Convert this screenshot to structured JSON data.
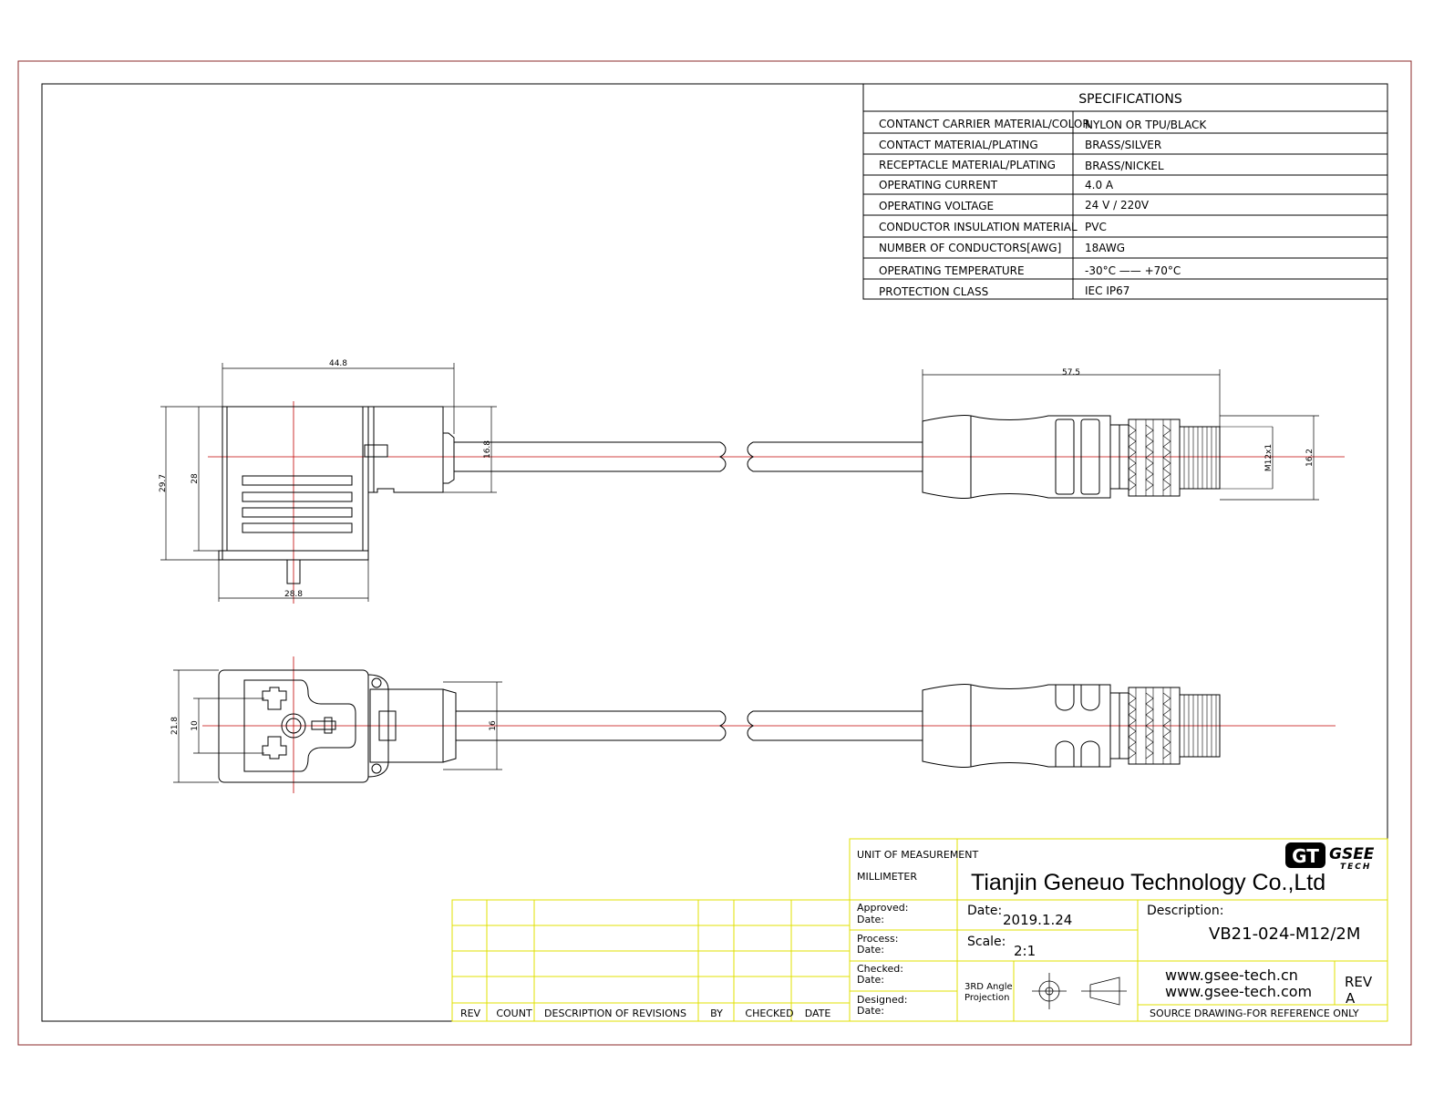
{
  "specifications": {
    "title": "SPECIFICATIONS",
    "rows": [
      {
        "label": "CONTANCT CARRIER MATERIAL/COLOR",
        "value": "NYLON OR TPU/BLACK"
      },
      {
        "label": "CONTACT MATERIAL/PLATING",
        "value": "BRASS/SILVER"
      },
      {
        "label": "RECEPTACLE MATERIAL/PLATING",
        "value": "BRASS/NICKEL"
      },
      {
        "label": "OPERATING CURRENT",
        "value": "4.0 A"
      },
      {
        "label": "OPERATING VOLTAGE",
        "value": "24 V / 220V"
      },
      {
        "label": "CONDUCTOR INSULATION MATERIAL",
        "value": "PVC"
      },
      {
        "label": "NUMBER  OF  CONDUCTORS[AWG]",
        "value": "18AWG"
      },
      {
        "label": "OPERATING TEMPERATURE",
        "value": "-30°C —— +70°C"
      },
      {
        "label": "PROTECTION CLASS",
        "value": "IEC  IP67"
      }
    ]
  },
  "dimensions": {
    "top_width": "44.8",
    "left_height_outer": "29.7",
    "left_height_inner": "28",
    "bottom_width": "28.8",
    "cable_height": "16.8",
    "connector_length": "57.5",
    "thread": "M12x1",
    "connector_diameter": "16.2",
    "view2_height_outer": "21.8",
    "view2_height_inner": "10",
    "view2_cable": "16"
  },
  "revisions": {
    "headers": [
      "REV",
      "COUNT",
      "DESCRIPTION  OF  REVISIONS",
      "BY",
      "CHECKED",
      "DATE"
    ]
  },
  "title_block": {
    "unit_label": "UNIT OF MEASUREMENT",
    "unit_value": "MILLIMETER",
    "company": "Tianjin Geneuo Technology Co.,Ltd",
    "logo_mark": "GT",
    "logo_name": "GSEE",
    "logo_sub": "TECH",
    "approved": "Approved:",
    "process": "Process:",
    "checked": "Checked:",
    "designed": "Designed:",
    "date_small": "Date:",
    "date_label": "Date:",
    "date_value": "2019.1.24",
    "scale_label": "Scale:",
    "scale_value": "2:1",
    "projection_line1": "3RD Angle",
    "projection_line2": "Projection",
    "description_label": "Description:",
    "description_value": "VB21-024-M12/2M",
    "website1": "www.gsee-tech.cn",
    "website2": "www.gsee-tech.com",
    "rev_label": "REV",
    "rev_value": "A",
    "footer_note": "SOURCE DRAWING-FOR REFERENCE ONLY"
  }
}
